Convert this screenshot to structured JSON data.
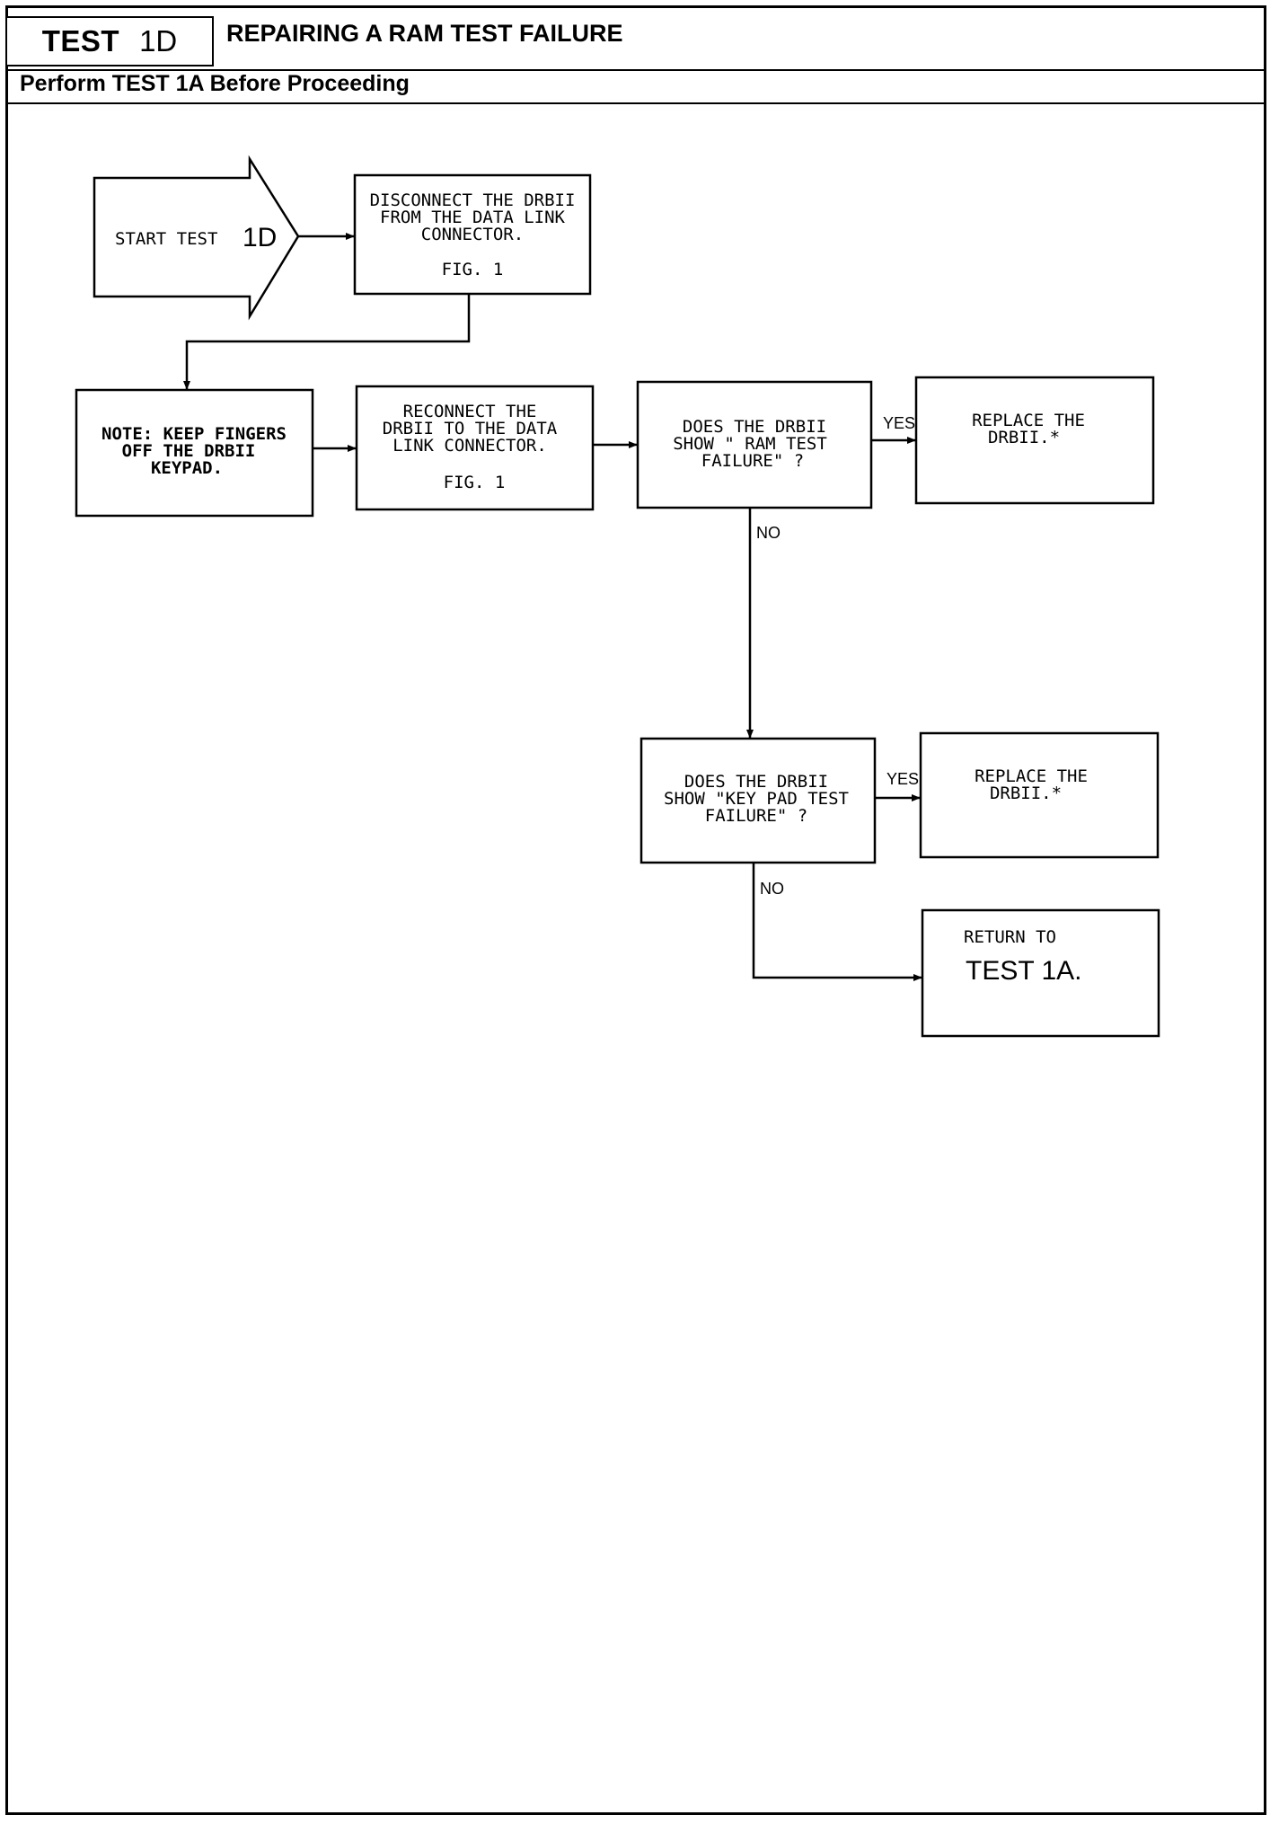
{
  "header": {
    "test_word": "TEST",
    "test_number": "1D",
    "title": "REPAIRING A RAM TEST FAILURE",
    "subtitle": "Perform TEST 1A Before Proceeding"
  },
  "flowchart": {
    "start": {
      "label": "START TEST",
      "number": "1D"
    },
    "disconnect": {
      "lines": [
        "DISCONNECT THE DRBII",
        "FROM THE DATA LINK",
        "CONNECTOR."
      ],
      "fig": "FIG. 1"
    },
    "note": {
      "lines": [
        "NOTE: KEEP FINGERS",
        "OFF THE DRBII",
        "KEYPAD."
      ]
    },
    "reconnect": {
      "lines": [
        "RECONNECT THE",
        "DRBII TO THE DATA",
        "LINK CONNECTOR."
      ],
      "fig": "FIG. 1"
    },
    "decision_ram": {
      "lines": [
        "DOES THE DRBII",
        "SHOW \" RAM TEST",
        "FAILURE\" ?"
      ]
    },
    "replace_1": {
      "lines": [
        "REPLACE THE",
        "DRBII.*"
      ]
    },
    "decision_keypad": {
      "lines": [
        "DOES THE DRBII",
        "SHOW \"KEY PAD TEST",
        "FAILURE\" ?"
      ]
    },
    "replace_2": {
      "lines": [
        "REPLACE THE",
        "DRBII.*"
      ]
    },
    "return": {
      "small": "RETURN TO",
      "big": "TEST 1A."
    },
    "labels": {
      "yes": "YES",
      "no": "NO"
    }
  }
}
